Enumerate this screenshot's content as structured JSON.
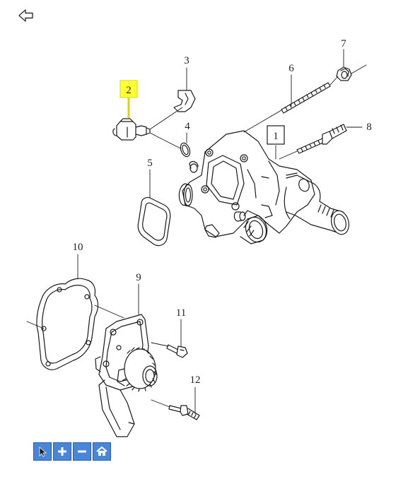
{
  "callouts": [
    {
      "id": "1",
      "boxed": true
    },
    {
      "id": "2",
      "highlighted": true,
      "highlight_color": "#ffff33"
    },
    {
      "id": "3"
    },
    {
      "id": "4"
    },
    {
      "id": "5"
    },
    {
      "id": "6"
    },
    {
      "id": "7"
    },
    {
      "id": "8"
    },
    {
      "id": "9"
    },
    {
      "id": "10"
    },
    {
      "id": "11"
    },
    {
      "id": "12"
    }
  ],
  "toolbar": {
    "buttons": [
      {
        "name": "select-tool-button",
        "icon": "pointer-icon"
      },
      {
        "name": "zoom-in-button",
        "icon": "plus-icon"
      },
      {
        "name": "zoom-out-button",
        "icon": "minus-icon"
      },
      {
        "name": "home-button",
        "icon": "home-icon"
      }
    ],
    "color": "#4a86d8"
  },
  "navigation": {
    "back_icon": "back-arrow-icon"
  }
}
